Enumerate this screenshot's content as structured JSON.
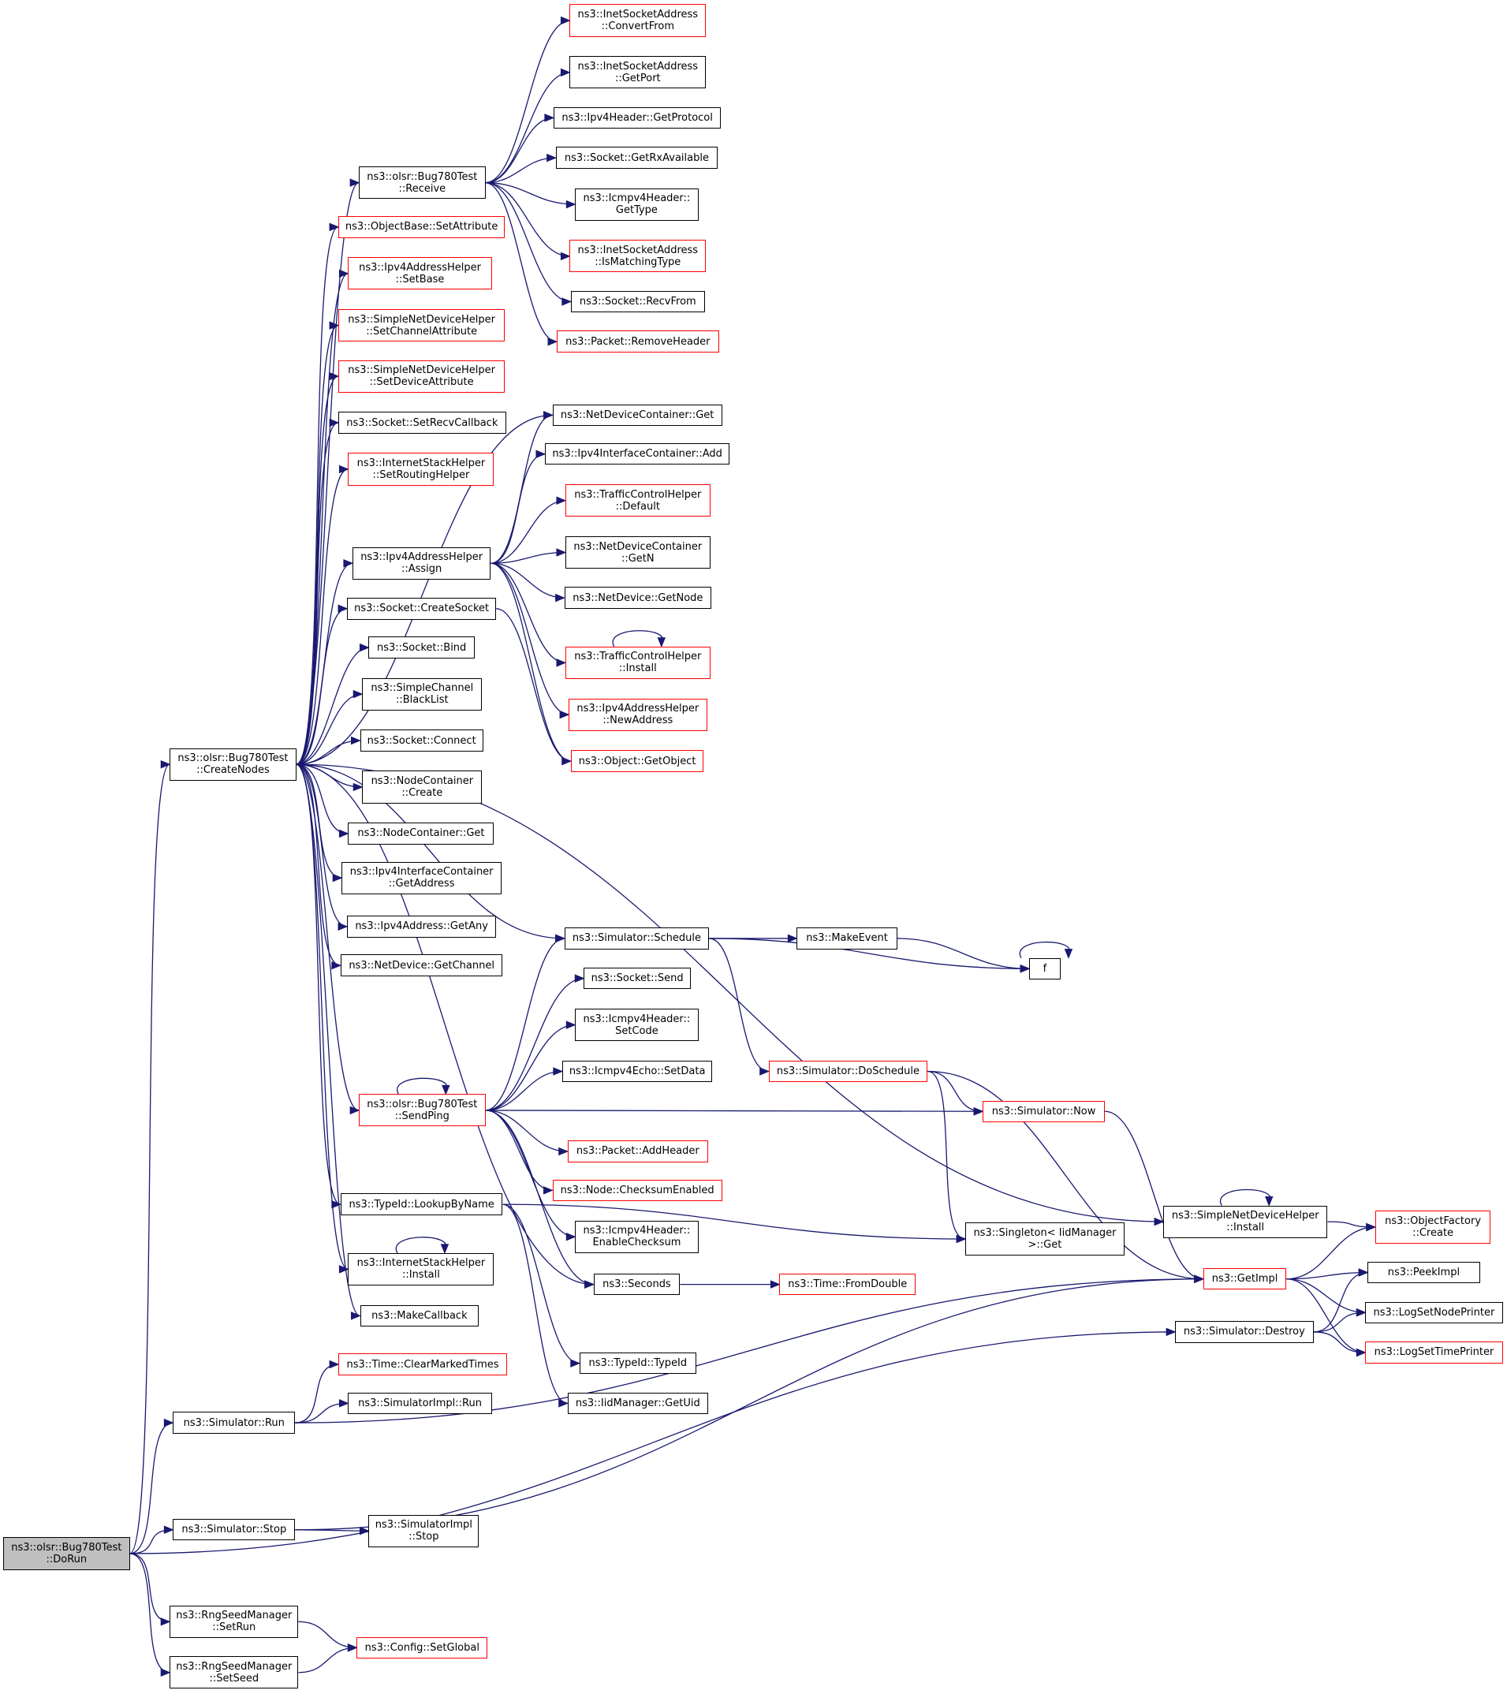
{
  "diagram": {
    "colors": {
      "edge": "#191970",
      "link_border": "#ff0000",
      "node_border": "#000000",
      "root_fill": "#bfbfbf",
      "background": "#ffffff"
    },
    "nodes": [
      {
        "id": "dorun",
        "label": "ns3::olsr::Bug780Test\n::DoRun",
        "style": "root"
      },
      {
        "id": "createnodes",
        "label": "ns3::olsr::Bug780Test\n::CreateNodes",
        "style": "black"
      },
      {
        "id": "simrun",
        "label": "ns3::Simulator::Run",
        "style": "black"
      },
      {
        "id": "simstop",
        "label": "ns3::Simulator::Stop",
        "style": "black"
      },
      {
        "id": "rngsetrun",
        "label": "ns3::RngSeedManager\n::SetRun",
        "style": "black"
      },
      {
        "id": "rngsetseed",
        "label": "ns3::RngSeedManager\n::SetSeed",
        "style": "black"
      },
      {
        "id": "receive",
        "label": "ns3::olsr::Bug780Test\n::Receive",
        "style": "black"
      },
      {
        "id": "setattribute",
        "label": "ns3::ObjectBase::SetAttribute",
        "style": "red"
      },
      {
        "id": "ipv4setbase",
        "label": "ns3::Ipv4AddressHelper\n::SetBase",
        "style": "red"
      },
      {
        "id": "setchannelattr",
        "label": "ns3::SimpleNetDeviceHelper\n::SetChannelAttribute",
        "style": "red"
      },
      {
        "id": "setdeviceattr",
        "label": "ns3::SimpleNetDeviceHelper\n::SetDeviceAttribute",
        "style": "red"
      },
      {
        "id": "setrecvcallback",
        "label": "ns3::Socket::SetRecvCallback",
        "style": "black"
      },
      {
        "id": "setroutinghelper",
        "label": "ns3::InternetStackHelper\n::SetRoutingHelper",
        "style": "red"
      },
      {
        "id": "assign",
        "label": "ns3::Ipv4AddressHelper\n::Assign",
        "style": "black"
      },
      {
        "id": "createsocket",
        "label": "ns3::Socket::CreateSocket",
        "style": "black"
      },
      {
        "id": "bind",
        "label": "ns3::Socket::Bind",
        "style": "black"
      },
      {
        "id": "blacklist",
        "label": "ns3::SimpleChannel\n::BlackList",
        "style": "black"
      },
      {
        "id": "connect",
        "label": "ns3::Socket::Connect",
        "style": "black"
      },
      {
        "id": "nccreate",
        "label": "ns3::NodeContainer\n::Create",
        "style": "black"
      },
      {
        "id": "ncget",
        "label": "ns3::NodeContainer::Get",
        "style": "black"
      },
      {
        "id": "getaddress",
        "label": "ns3::Ipv4InterfaceContainer\n::GetAddress",
        "style": "black"
      },
      {
        "id": "getany",
        "label": "ns3::Ipv4Address::GetAny",
        "style": "black"
      },
      {
        "id": "getchannel",
        "label": "ns3::NetDevice::GetChannel",
        "style": "black"
      },
      {
        "id": "sendping",
        "label": "ns3::olsr::Bug780Test\n::SendPing",
        "style": "red"
      },
      {
        "id": "lookupbyname",
        "label": "ns3::TypeId::LookupByName",
        "style": "black"
      },
      {
        "id": "ishinstall",
        "label": "ns3::InternetStackHelper\n::Install",
        "style": "black"
      },
      {
        "id": "makecallback",
        "label": "ns3::MakeCallback",
        "style": "black"
      },
      {
        "id": "clearmarked",
        "label": "ns3::Time::ClearMarkedTimes",
        "style": "red"
      },
      {
        "id": "simimplrun",
        "label": "ns3::SimulatorImpl::Run",
        "style": "black"
      },
      {
        "id": "simimplstop",
        "label": "ns3::SimulatorImpl\n::Stop",
        "style": "black"
      },
      {
        "id": "setglobal",
        "label": "ns3::Config::SetGlobal",
        "style": "red"
      },
      {
        "id": "convertfrom",
        "label": "ns3::InetSocketAddress\n::ConvertFrom",
        "style": "red"
      },
      {
        "id": "getport",
        "label": "ns3::InetSocketAddress\n::GetPort",
        "style": "black"
      },
      {
        "id": "getprotocol",
        "label": "ns3::Ipv4Header::GetProtocol",
        "style": "black"
      },
      {
        "id": "getrxavailable",
        "label": "ns3::Socket::GetRxAvailable",
        "style": "black"
      },
      {
        "id": "icmpgettype",
        "label": "ns3::Icmpv4Header::\nGetType",
        "style": "black"
      },
      {
        "id": "ismatchingtype",
        "label": "ns3::InetSocketAddress\n::IsMatchingType",
        "style": "red"
      },
      {
        "id": "recvfrom",
        "label": "ns3::Socket::RecvFrom",
        "style": "black"
      },
      {
        "id": "removeheader",
        "label": "ns3::Packet::RemoveHeader",
        "style": "red"
      },
      {
        "id": "ndcget",
        "label": "ns3::NetDeviceContainer::Get",
        "style": "black"
      },
      {
        "id": "ifcadd",
        "label": "ns3::Ipv4InterfaceContainer::Add",
        "style": "black"
      },
      {
        "id": "tcdefault",
        "label": "ns3::TrafficControlHelper\n::Default",
        "style": "red"
      },
      {
        "id": "ndcgetn",
        "label": "ns3::NetDeviceContainer\n::GetN",
        "style": "black"
      },
      {
        "id": "getnode",
        "label": "ns3::NetDevice::GetNode",
        "style": "black"
      },
      {
        "id": "tcinstall",
        "label": "ns3::TrafficControlHelper\n::Install",
        "style": "red"
      },
      {
        "id": "newaddress",
        "label": "ns3::Ipv4AddressHelper\n::NewAddress",
        "style": "red"
      },
      {
        "id": "getobject",
        "label": "ns3::Object::GetObject",
        "style": "red"
      },
      {
        "id": "schedule",
        "label": "ns3::Simulator::Schedule",
        "style": "black"
      },
      {
        "id": "socketsend",
        "label": "ns3::Socket::Send",
        "style": "black"
      },
      {
        "id": "setcode",
        "label": "ns3::Icmpv4Header::\nSetCode",
        "style": "black"
      },
      {
        "id": "setdata",
        "label": "ns3::Icmpv4Echo::SetData",
        "style": "black"
      },
      {
        "id": "addheader",
        "label": "ns3::Packet::AddHeader",
        "style": "red"
      },
      {
        "id": "checksumenabled",
        "label": "ns3::Node::ChecksumEnabled",
        "style": "red"
      },
      {
        "id": "enablechecksum",
        "label": "ns3::Icmpv4Header::\nEnableChecksum",
        "style": "black"
      },
      {
        "id": "seconds",
        "label": "ns3::Seconds",
        "style": "black"
      },
      {
        "id": "typeid",
        "label": "ns3::TypeId::TypeId",
        "style": "black"
      },
      {
        "id": "getuid",
        "label": "ns3::IidManager::GetUid",
        "style": "black"
      },
      {
        "id": "makeevent",
        "label": "ns3::MakeEvent",
        "style": "black"
      },
      {
        "id": "f",
        "label": "f",
        "style": "black"
      },
      {
        "id": "doschedule",
        "label": "ns3::Simulator::DoSchedule",
        "style": "red"
      },
      {
        "id": "now",
        "label": "ns3::Simulator::Now",
        "style": "red"
      },
      {
        "id": "singleton",
        "label": "ns3::Singleton< IidManager\n>::Get",
        "style": "black"
      },
      {
        "id": "fromdouble",
        "label": "ns3::Time::FromDouble",
        "style": "red"
      },
      {
        "id": "sndhinstall",
        "label": "ns3::SimpleNetDeviceHelper\n::Install",
        "style": "black"
      },
      {
        "id": "objfactorycreate",
        "label": "ns3::ObjectFactory\n::Create",
        "style": "red"
      },
      {
        "id": "getimpl",
        "label": "ns3::GetImpl",
        "style": "red"
      },
      {
        "id": "peekimpl",
        "label": "ns3::PeekImpl",
        "style": "black"
      },
      {
        "id": "lognodeprinter",
        "label": "ns3::LogSetNodePrinter",
        "style": "black"
      },
      {
        "id": "logtimeprinter",
        "label": "ns3::LogSetTimePrinter",
        "style": "red"
      },
      {
        "id": "simdestroy",
        "label": "ns3::Simulator::Destroy",
        "style": "black"
      }
    ],
    "edges": [
      [
        "dorun",
        "createnodes"
      ],
      [
        "dorun",
        "simrun"
      ],
      [
        "dorun",
        "simstop"
      ],
      [
        "dorun",
        "rngsetrun"
      ],
      [
        "dorun",
        "rngsetseed"
      ],
      [
        "dorun",
        "simdestroy"
      ],
      [
        "createnodes",
        "receive"
      ],
      [
        "createnodes",
        "setattribute"
      ],
      [
        "createnodes",
        "ipv4setbase"
      ],
      [
        "createnodes",
        "setchannelattr"
      ],
      [
        "createnodes",
        "setdeviceattr"
      ],
      [
        "createnodes",
        "setrecvcallback"
      ],
      [
        "createnodes",
        "setroutinghelper"
      ],
      [
        "createnodes",
        "ndcget"
      ],
      [
        "createnodes",
        "assign"
      ],
      [
        "createnodes",
        "createsocket"
      ],
      [
        "createnodes",
        "bind"
      ],
      [
        "createnodes",
        "blacklist"
      ],
      [
        "createnodes",
        "connect"
      ],
      [
        "createnodes",
        "nccreate"
      ],
      [
        "createnodes",
        "ncget"
      ],
      [
        "createnodes",
        "getaddress"
      ],
      [
        "createnodes",
        "getany"
      ],
      [
        "createnodes",
        "getchannel"
      ],
      [
        "createnodes",
        "sndhinstall"
      ],
      [
        "createnodes",
        "schedule"
      ],
      [
        "createnodes",
        "sendping"
      ],
      [
        "createnodes",
        "seconds"
      ],
      [
        "createnodes",
        "lookupbyname"
      ],
      [
        "createnodes",
        "ishinstall"
      ],
      [
        "createnodes",
        "makecallback"
      ],
      [
        "receive",
        "convertfrom"
      ],
      [
        "receive",
        "getport"
      ],
      [
        "receive",
        "getprotocol"
      ],
      [
        "receive",
        "getrxavailable"
      ],
      [
        "receive",
        "icmpgettype"
      ],
      [
        "receive",
        "ismatchingtype"
      ],
      [
        "receive",
        "recvfrom"
      ],
      [
        "receive",
        "removeheader"
      ],
      [
        "assign",
        "ndcget"
      ],
      [
        "assign",
        "ifcadd"
      ],
      [
        "assign",
        "tcdefault"
      ],
      [
        "assign",
        "ndcgetn"
      ],
      [
        "assign",
        "getnode"
      ],
      [
        "assign",
        "tcinstall"
      ],
      [
        "assign",
        "newaddress"
      ],
      [
        "assign",
        "getobject"
      ],
      [
        "createsocket",
        "getobject"
      ],
      [
        "tcinstall",
        "tcinstall"
      ],
      [
        "sendping",
        "sendping"
      ],
      [
        "sendping",
        "schedule"
      ],
      [
        "sendping",
        "socketsend"
      ],
      [
        "sendping",
        "setcode"
      ],
      [
        "sendping",
        "setdata"
      ],
      [
        "sendping",
        "now"
      ],
      [
        "sendping",
        "addheader"
      ],
      [
        "sendping",
        "checksumenabled"
      ],
      [
        "sendping",
        "enablechecksum"
      ],
      [
        "sendping",
        "seconds"
      ],
      [
        "schedule",
        "makeevent"
      ],
      [
        "schedule",
        "f"
      ],
      [
        "schedule",
        "doschedule"
      ],
      [
        "makeevent",
        "f"
      ],
      [
        "f",
        "f"
      ],
      [
        "doschedule",
        "now"
      ],
      [
        "doschedule",
        "singleton"
      ],
      [
        "doschedule",
        "getimpl"
      ],
      [
        "now",
        "getimpl"
      ],
      [
        "seconds",
        "fromdouble"
      ],
      [
        "lookupbyname",
        "typeid"
      ],
      [
        "lookupbyname",
        "getuid"
      ],
      [
        "lookupbyname",
        "singleton"
      ],
      [
        "ishinstall",
        "ishinstall"
      ],
      [
        "sndhinstall",
        "sndhinstall"
      ],
      [
        "sndhinstall",
        "objfactorycreate"
      ],
      [
        "simrun",
        "clearmarked"
      ],
      [
        "simrun",
        "simimplrun"
      ],
      [
        "simrun",
        "getimpl"
      ],
      [
        "simstop",
        "simimplstop"
      ],
      [
        "simstop",
        "getimpl"
      ],
      [
        "rngsetrun",
        "setglobal"
      ],
      [
        "rngsetseed",
        "setglobal"
      ],
      [
        "getimpl",
        "objfactorycreate"
      ],
      [
        "getimpl",
        "peekimpl"
      ],
      [
        "getimpl",
        "lognodeprinter"
      ],
      [
        "getimpl",
        "logtimeprinter"
      ],
      [
        "simdestroy",
        "peekimpl"
      ],
      [
        "simdestroy",
        "lognodeprinter"
      ],
      [
        "simdestroy",
        "logtimeprinter"
      ]
    ]
  }
}
